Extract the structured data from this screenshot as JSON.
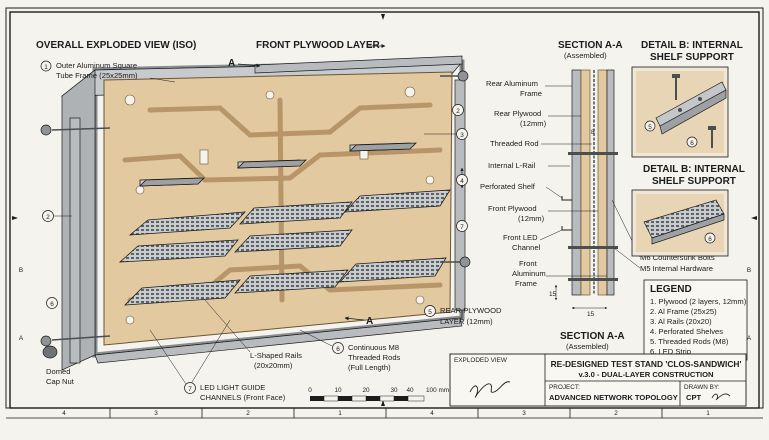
{
  "titles": {
    "main": "OVERALL EXPLODED VIEW (ISO)",
    "front_layer": "FRONT PLYWOOD LAYER",
    "section": "SECTION A-A",
    "section_sub": "(Assembled)",
    "detail_b1_l1": "DETAIL B: INTERNAL",
    "detail_b1_l2": "SHELF SUPPORT",
    "detail_b2_l1": "DETAIL B: INTERNAL",
    "detail_b2_l2": "SHELF SUPPORT"
  },
  "section_marks": {
    "a_top": "A",
    "a_bottom": "A"
  },
  "callouts": [
    {
      "num": "1",
      "line1": "Outer Aluminum Square",
      "line2": "Tube Frame (25x25mm)"
    },
    {
      "num": "2",
      "line1": "",
      "line2": ""
    },
    {
      "num": "3",
      "line1": "",
      "line2": ""
    },
    {
      "num": "4",
      "line1": "",
      "line2": ""
    },
    {
      "num": "5",
      "line1": "REAR PLYWOOD",
      "line2": "LAYER (12mm)"
    },
    {
      "num": "6",
      "line1": "Continuous M8",
      "line2": "Threaded Rods",
      "line3": "(Full Length)"
    },
    {
      "num": "7",
      "line1": "LED LIGHT GUIDE",
      "line2": "CHANNELS (Front Face)"
    }
  ],
  "labels": {
    "rails_l1": "L-Shaped Rails",
    "rails_l2": "(20x20mm)",
    "cap_l1": "Domed",
    "cap_l2": "Cap Nut",
    "cap_num": "6",
    "left_num": "2",
    "right_num": "7"
  },
  "section_labels": {
    "rear_alu_l1": "Rear Aluminum",
    "rear_alu_l2": "Frame",
    "rear_ply_l1": "Rear Plywood",
    "rear_ply_l2": "(12mm)",
    "rod": "Threaded Rod",
    "lrail": "Internal L-Rail",
    "shelf": "Perforated Shelf",
    "front_ply_l1": "Front Plywood",
    "front_ply_l2": "(12mm)",
    "led_l1": "Front LED",
    "led_l2": "Channel",
    "front_alu_l1": "Front",
    "front_alu_l2": "Aluminum",
    "front_alu_l3": "Frame",
    "bolts": "M6 Countersunk Bolts",
    "hardware": "M5 Internal Hardware",
    "dim_15a": "15",
    "dim_15b": "15",
    "dim_8": "8"
  },
  "detail_nums": {
    "d1": "5",
    "d2": "6",
    "d3": "6"
  },
  "legend": {
    "title": "LEGEND",
    "items": [
      "1. Plywood (2 layers, 12mm)",
      "2. Al Frame (25x25)",
      "3. Al Rails (20x20)",
      "4. Perforated Shelves",
      "5. Threaded Rods (M8)",
      "6. LED Strip"
    ]
  },
  "scale": {
    "ticks": [
      "0",
      "10",
      "20",
      "30",
      "40",
      "100 mm"
    ]
  },
  "title_block": {
    "view_label": "EXPLODED VIEW",
    "title_l1": "RE-DESIGNED TEST STAND 'CLOS-SANDWICH'",
    "title_l2": "v.3.0 - DUAL-LAYER CONSTRUCTION",
    "project_label": "PROJECT:",
    "project": "ADVANCED NETWORK TOPOLOGY",
    "drawn_label": "DRAWN BY:",
    "drawn": "CPT"
  },
  "border": {
    "bottom": [
      "4",
      "3",
      "2",
      "1",
      "4",
      "3",
      "2",
      "1"
    ],
    "left": [
      "B",
      "A"
    ],
    "right": [
      "B",
      "A"
    ]
  },
  "colors": {
    "wood": "#e2c9a0",
    "metal": "#b9bcbf",
    "metal_dark": "#7e8387",
    "ink": "#1c1c1c",
    "paper": "#f4f3ee"
  }
}
